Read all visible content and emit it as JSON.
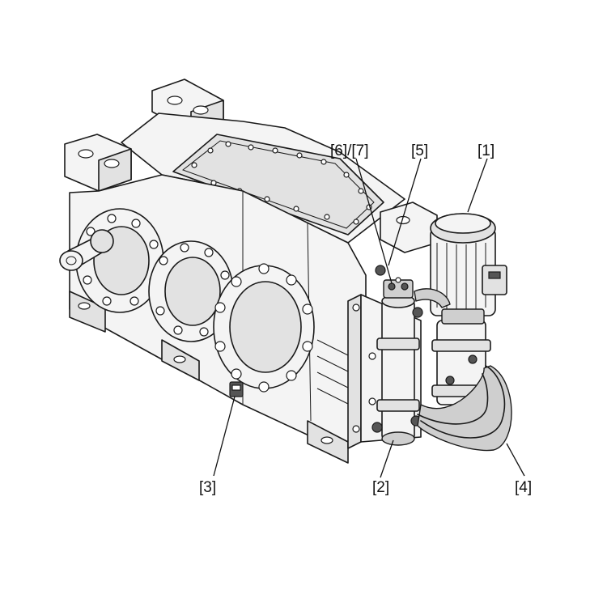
{
  "diagram": {
    "callouts": {
      "c1": "[1]",
      "c2": "[2]",
      "c3": "[3]",
      "c4": "[4]",
      "c5": "[5]",
      "c67": "[6]/[7]"
    }
  }
}
